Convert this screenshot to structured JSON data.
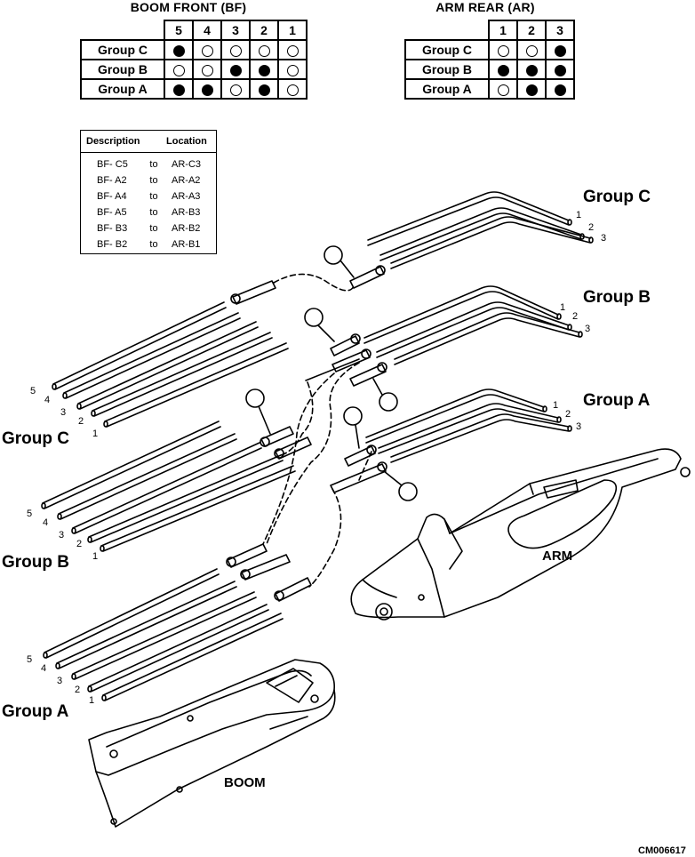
{
  "boom_front": {
    "title": "BOOM FRONT (BF)",
    "columns": [
      "5",
      "4",
      "3",
      "2",
      "1"
    ],
    "rows": [
      {
        "label": "Group C",
        "cells": [
          true,
          false,
          false,
          false,
          false
        ]
      },
      {
        "label": "Group B",
        "cells": [
          false,
          false,
          true,
          true,
          false
        ]
      },
      {
        "label": "Group A",
        "cells": [
          true,
          true,
          false,
          true,
          false
        ]
      }
    ]
  },
  "arm_rear": {
    "title": "ARM REAR (AR)",
    "columns": [
      "1",
      "2",
      "3"
    ],
    "rows": [
      {
        "label": "Group C",
        "cells": [
          false,
          false,
          true
        ]
      },
      {
        "label": "Group B",
        "cells": [
          true,
          true,
          true
        ]
      },
      {
        "label": "Group A",
        "cells": [
          false,
          true,
          true
        ]
      }
    ]
  },
  "connections": {
    "headers": {
      "description": "Description",
      "location": "Location"
    },
    "rows": [
      {
        "from": "BF- C5",
        "to": "to",
        "dest": "AR-C3"
      },
      {
        "from": "BF- A2",
        "to": "to",
        "dest": "AR-A2"
      },
      {
        "from": "BF- A4",
        "to": "to",
        "dest": "AR-A3"
      },
      {
        "from": "BF- A5",
        "to": "to",
        "dest": "AR-B3"
      },
      {
        "from": "BF- B3",
        "to": "to",
        "dest": "AR-B2"
      },
      {
        "from": "BF- B2",
        "to": "to",
        "dest": "AR-B1"
      }
    ]
  },
  "labels": {
    "group_c": "Group C",
    "group_b": "Group B",
    "group_a": "Group A",
    "arm": "ARM",
    "boom": "BOOM",
    "n1": "1",
    "n2": "2",
    "n3": "3",
    "n4": "4",
    "n5": "5"
  },
  "figure_code": "CM006617"
}
